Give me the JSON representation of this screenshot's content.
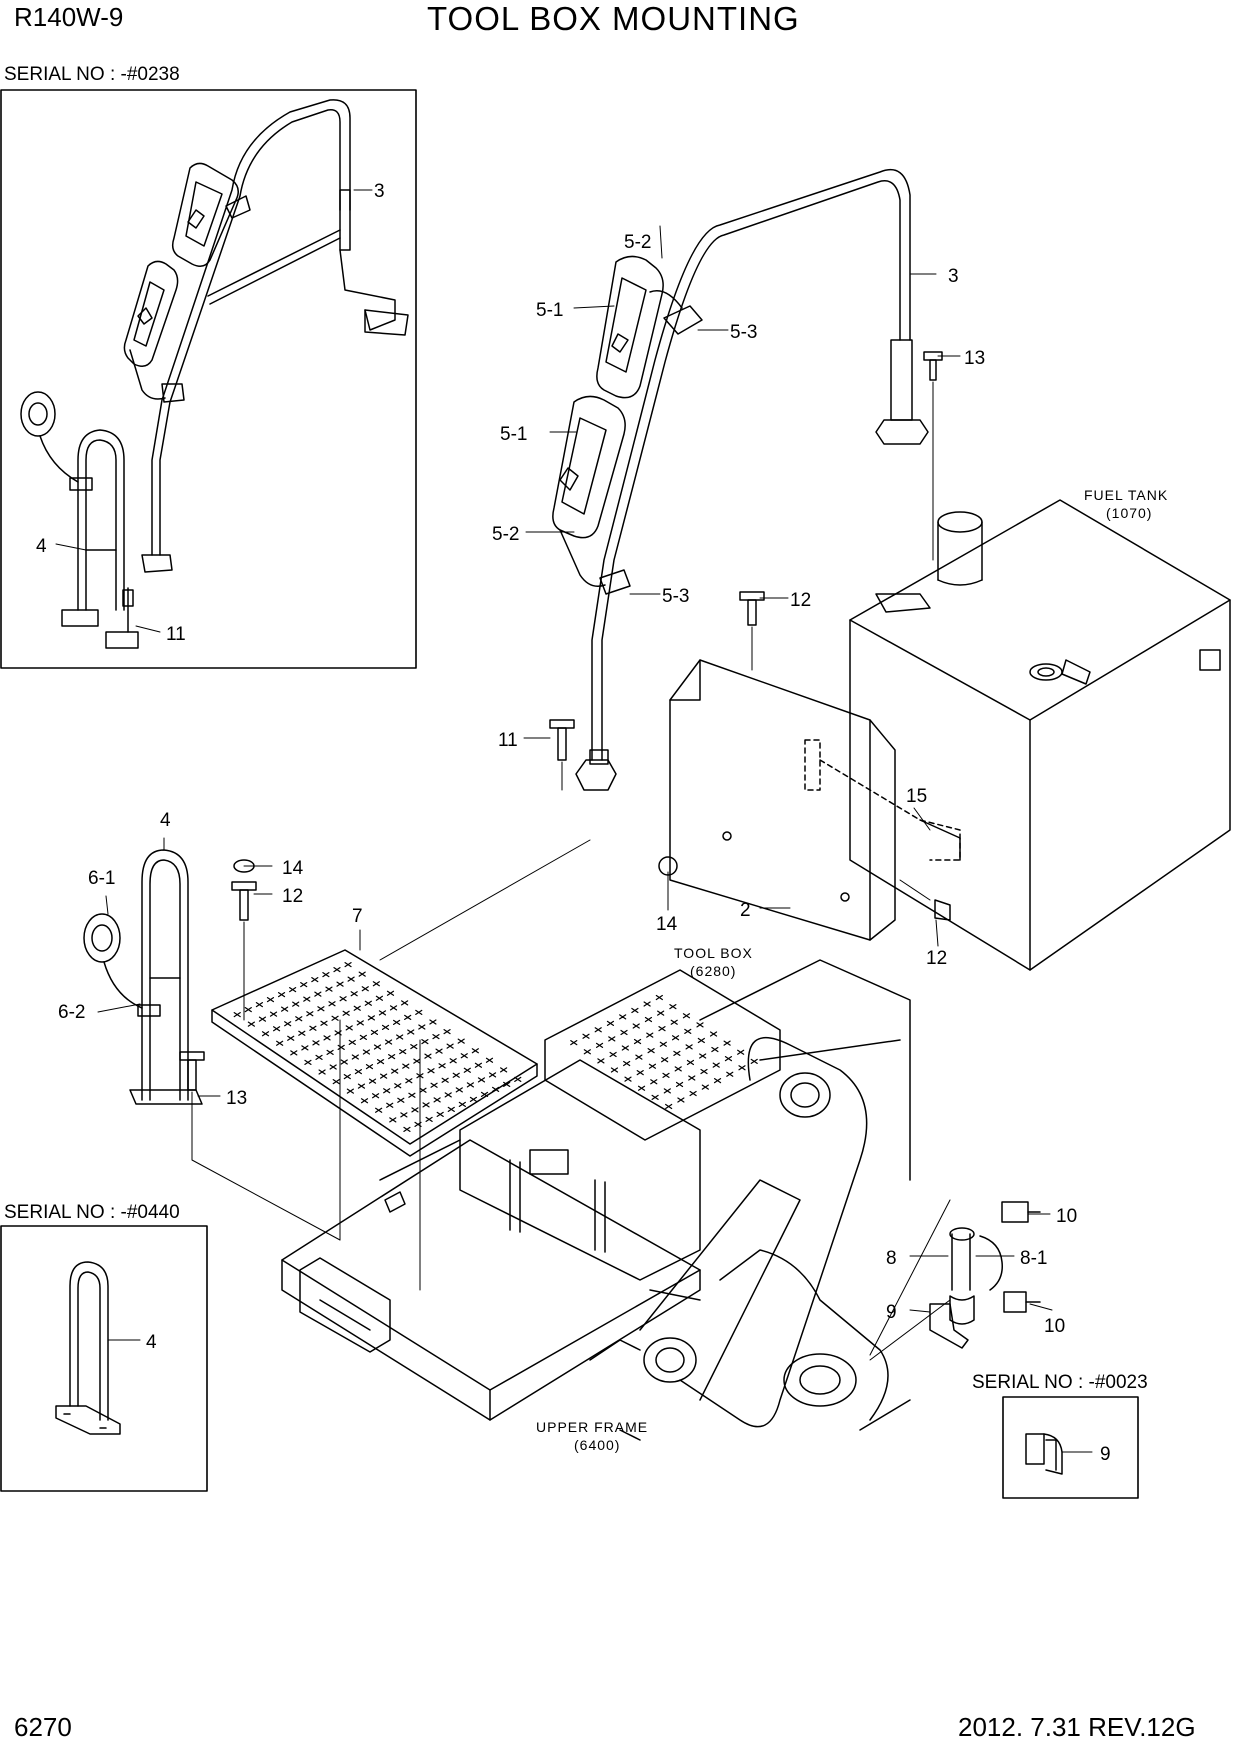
{
  "header": {
    "model": "R140W-9",
    "title": "TOOL BOX MOUNTING"
  },
  "footer": {
    "page_number": "6270",
    "revision": "2012. 7.31  REV.12G"
  },
  "serial_notes": [
    "SERIAL NO : -#0238",
    "SERIAL NO : -#0440",
    "SERIAL NO : -#0023"
  ],
  "reference_labels": {
    "fuel_tank": "FUEL TANK",
    "fuel_tank_code": "(1070)",
    "tool_box": "TOOL BOX",
    "tool_box_code": "(6280)",
    "upper_frame": "UPPER FRAME",
    "upper_frame_code": "(6400)"
  },
  "callouts": {
    "inset_a": [
      "3",
      "4",
      "11"
    ],
    "main": [
      "5-2",
      "5-1",
      "5-3",
      "3",
      "13",
      "5-1",
      "5-2",
      "5-3",
      "12",
      "11",
      "15",
      "4",
      "14",
      "6-1",
      "12",
      "14",
      "2",
      "7",
      "12",
      "6-2",
      "13",
      "10",
      "8",
      "8-1",
      "9",
      "10"
    ],
    "inset_b": [
      "4"
    ],
    "inset_c": [
      "9"
    ]
  }
}
